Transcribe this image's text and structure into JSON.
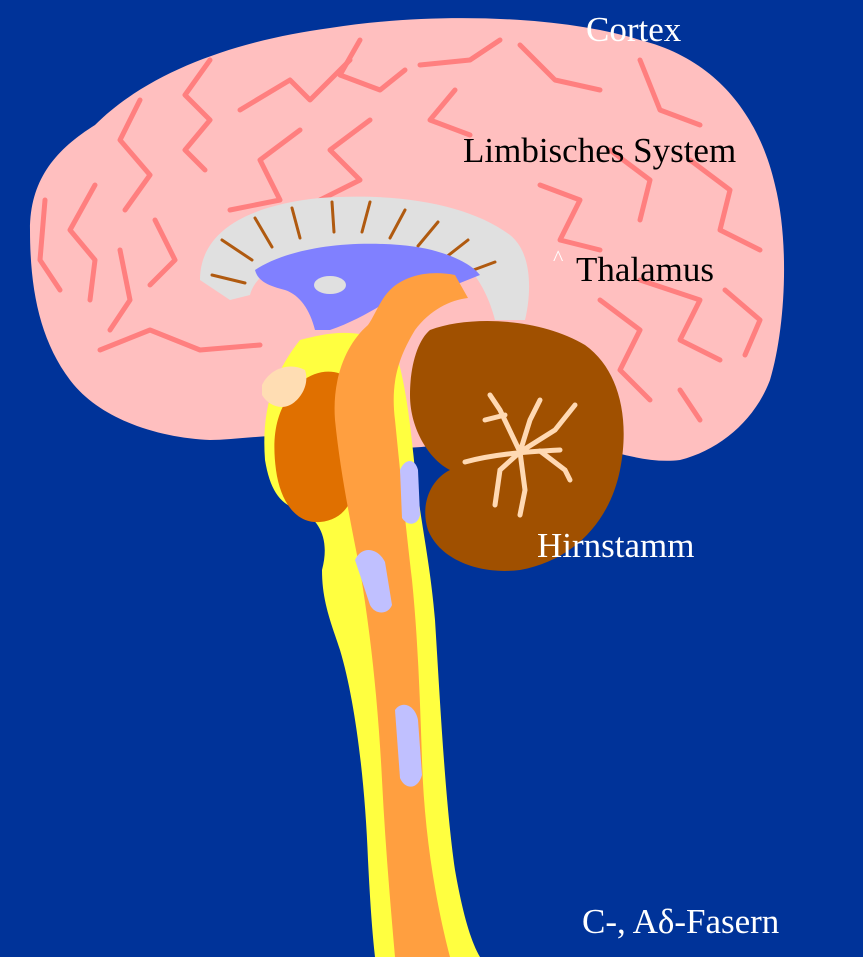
{
  "labels": {
    "cortex": "Cortex",
    "limbic": "Limbisches System",
    "thalamus": "Thalamus",
    "brainstem": "Hirnstamm",
    "fibers": "C-, Aδ-Fasern"
  },
  "colors": {
    "background": "#003399",
    "cortex_fill": "#ffbfbf",
    "gyri_lines": "#ff7f7f",
    "corpus_callosum": "#e0e0e0",
    "ventricle": "#8080ff",
    "brainstem": "#ff9f40",
    "spinal_sheath": "#ffff40",
    "cerebellum": "#a05000",
    "cerebellum_lines": "#ffd9b3",
    "pons": "#e07000",
    "nuclei": "#c0c0ff"
  }
}
